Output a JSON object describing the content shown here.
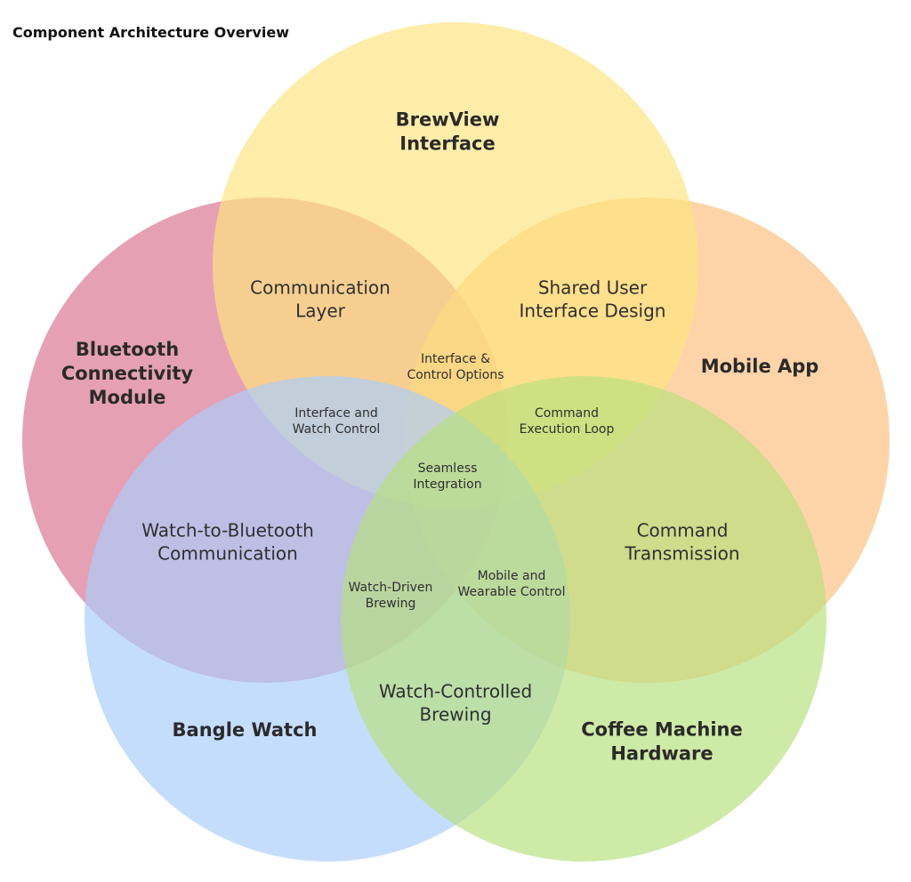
{
  "title": "Component Architecture Overview",
  "sets": [
    {
      "id": "brewview",
      "lines": [
        "BrewView",
        "Interface"
      ],
      "color": "#fde47f"
    },
    {
      "id": "mobile",
      "lines": [
        "Mobile App"
      ],
      "color": "#fcbf7d"
    },
    {
      "id": "coffee",
      "lines": [
        "Coffee Machine",
        "Hardware"
      ],
      "color": "#b7e07d"
    },
    {
      "id": "bangle",
      "lines": [
        "Bangle Watch"
      ],
      "color": "#a9cdfc"
    },
    {
      "id": "bluetooth",
      "lines": [
        "Bluetooth",
        "Connectivity",
        "Module"
      ],
      "color": "#d8748f"
    }
  ],
  "pair_regions": [
    {
      "id": "communication-layer",
      "lines": [
        "Communication",
        "Layer"
      ]
    },
    {
      "id": "shared-ui-design",
      "lines": [
        "Shared User",
        "Interface Design"
      ]
    },
    {
      "id": "command-transmission",
      "lines": [
        "Command",
        "Transmission"
      ]
    },
    {
      "id": "watch-controlled-brewing",
      "lines": [
        "Watch-Controlled",
        "Brewing"
      ]
    },
    {
      "id": "watch-to-bluetooth",
      "lines": [
        "Watch-to-Bluetooth",
        "Communication"
      ]
    }
  ],
  "small_regions": [
    {
      "id": "interface-control-options",
      "lines": [
        "Interface &",
        "Control Options"
      ]
    },
    {
      "id": "command-execution-loop",
      "lines": [
        "Command",
        "Execution Loop"
      ]
    },
    {
      "id": "mobile-wearable-control",
      "lines": [
        "Mobile and",
        "Wearable Control"
      ]
    },
    {
      "id": "watch-driven-brewing",
      "lines": [
        "Watch-Driven",
        "Brewing"
      ]
    },
    {
      "id": "interface-watch-control",
      "lines": [
        "Interface and",
        "Watch Control"
      ]
    },
    {
      "id": "seamless-integration",
      "lines": [
        "Seamless",
        "Integration"
      ]
    }
  ]
}
